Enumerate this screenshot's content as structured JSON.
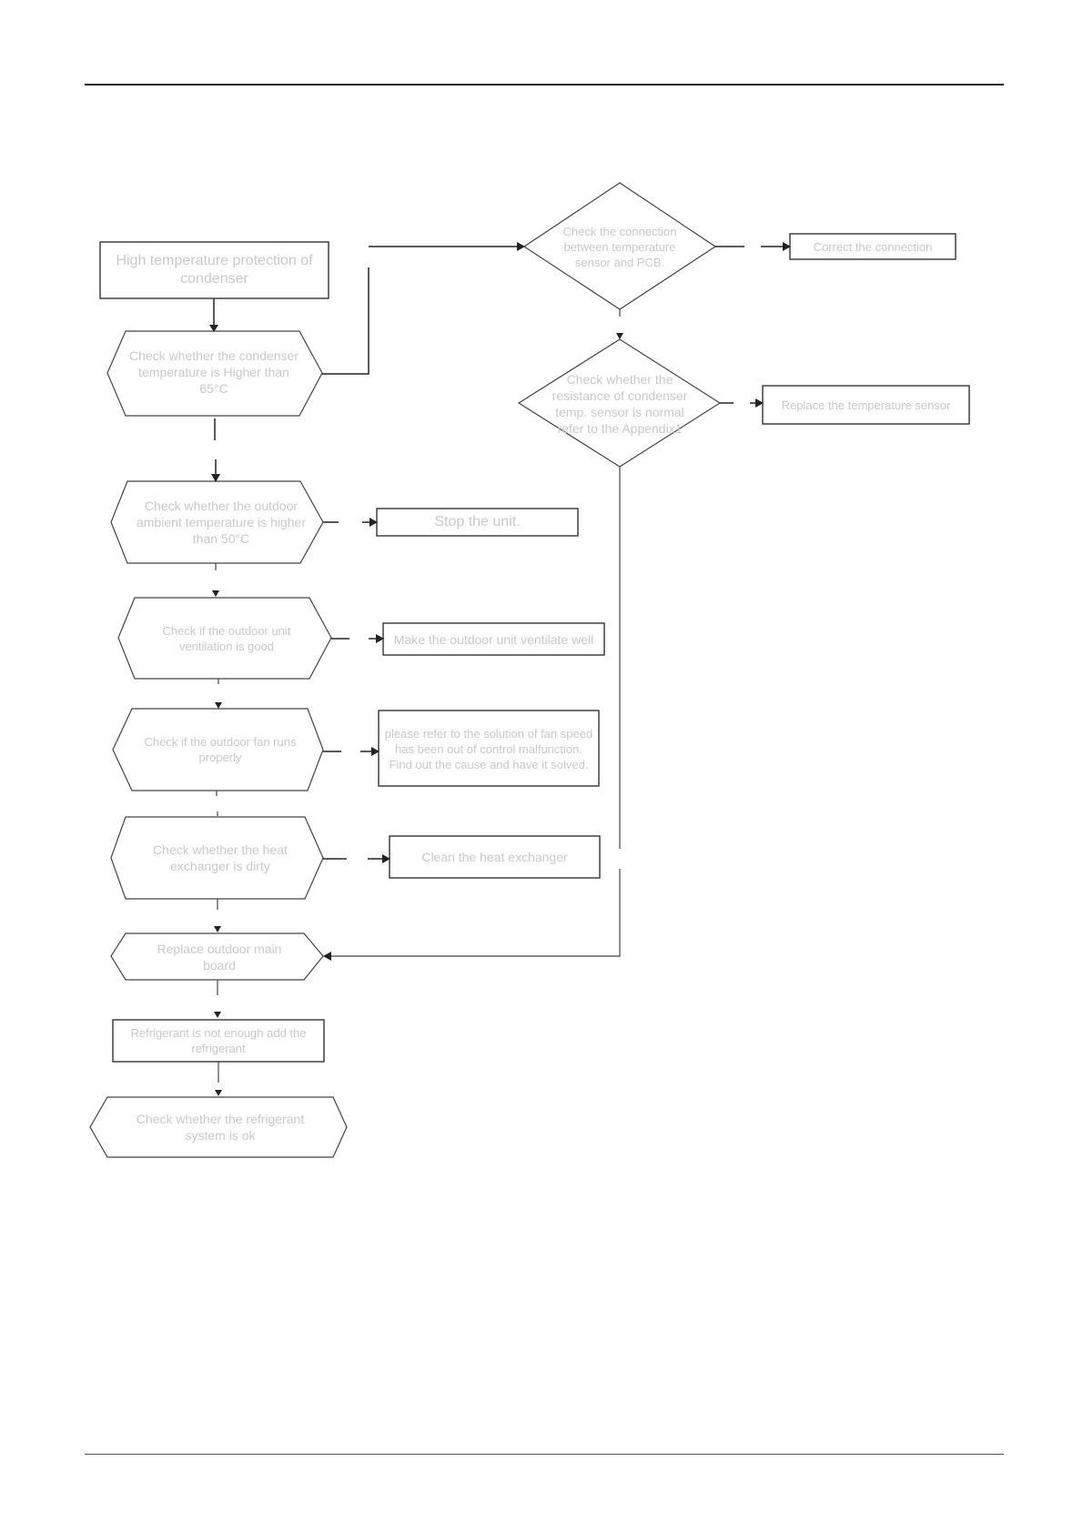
{
  "flowchart": {
    "start": "High temperature protection of condenser",
    "check_condenser_temp": "Check whether the condenser temperature is Higher  than 65°C",
    "check_connection": "Check the connection between temperature sensor and PCB.",
    "correct_connection": "Correct the connection",
    "check_resistance": "Check whether the resistance of condenser temp. sensor is normal refer to the Appendix1",
    "replace_sensor": "Replace the temperature sensor",
    "check_ambient": "Check whether the outdoor ambient temperature is higher than 50°C",
    "stop_unit": "Stop the unit.",
    "check_ventilation": "Check if the outdoor unit ventilation is good",
    "make_ventilate": "Make the outdoor unit ventilate well",
    "check_fan": "Check if the outdoor fan runs properly",
    "fan_solution": "please refer to the solution of fan speed has been out of control malfunction. Find out the cause and have it solved.",
    "check_exchanger": "Check whether the heat exchanger is dirty",
    "clean_exchanger": "Clean the heat exchanger",
    "replace_board": "Replace outdoor main board",
    "add_refrigerant": "Refrigerant is not enough add the refrigerant",
    "check_refrigerant": "Check whether the refrigerant system is ok"
  }
}
